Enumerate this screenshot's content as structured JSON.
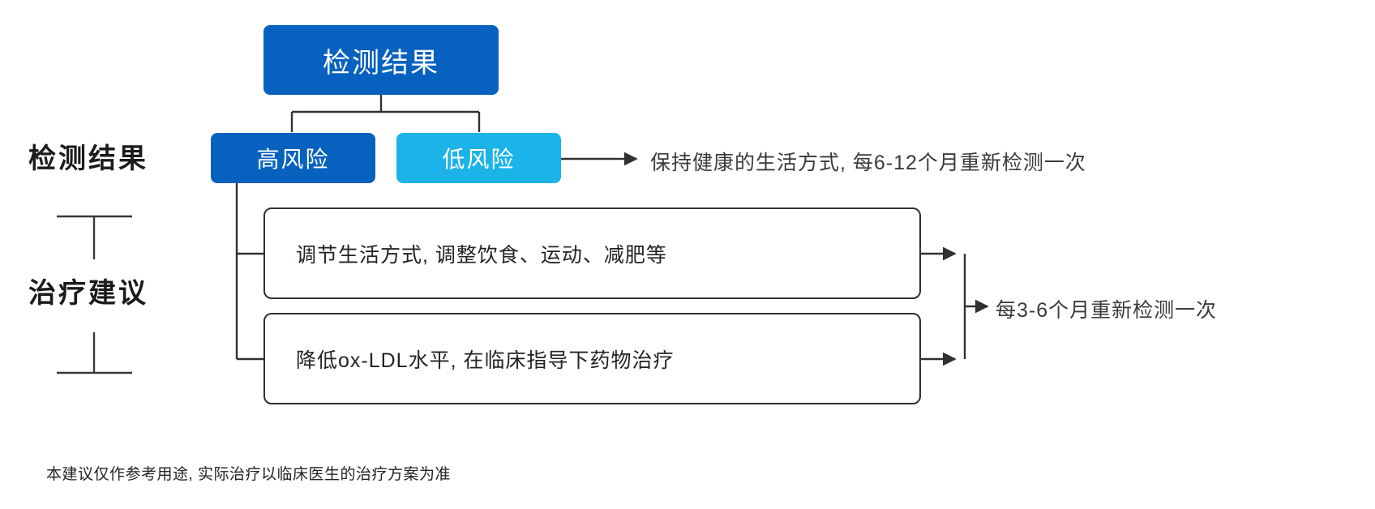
{
  "diagram": {
    "title_node": {
      "label": "检测结果"
    },
    "risk_nodes": [
      {
        "label": "高风险",
        "color": "#0762bf"
      },
      {
        "label": "低风险",
        "color": "#1cb4e8"
      }
    ],
    "advice_nodes": [
      {
        "label": "调节生活方式, 调整饮食、运动、减肥等"
      },
      {
        "label": "降低ox-LDL水平, 在临床指导下药物治疗"
      }
    ],
    "side_labels": [
      {
        "label": "检测结果"
      },
      {
        "label": "治疗建议"
      }
    ],
    "edge_labels": [
      {
        "label": "保持健康的生活方式, 每6-12个月重新检测一次"
      },
      {
        "label": "每3-6个月重新检测一次"
      }
    ],
    "footnote": "本建议仅作参考用途, 实际治疗以临床医生的治疗方案为准",
    "colors": {
      "primary_blue": "#0762bf",
      "accent_cyan": "#1cb4e8",
      "line": "#33302f",
      "text": "#26221f"
    }
  }
}
